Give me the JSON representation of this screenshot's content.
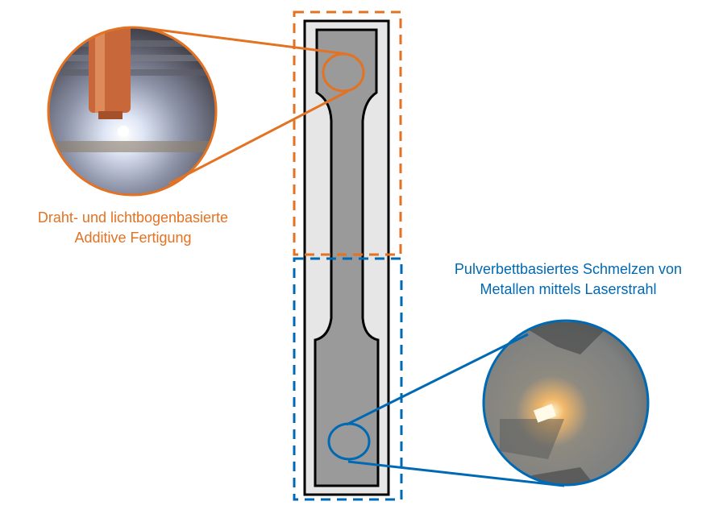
{
  "colors": {
    "orange": "#e37222",
    "blue": "#0069b4",
    "specimen": "#9a9a9a",
    "frame": "#e6e6e6"
  },
  "labels": {
    "waam_line1": "Draht- und lichtbogenbasierte",
    "waam_line2": "Additive Fertigung",
    "pbf_line1": "Pulverbettbasiertes Schmelzen von",
    "pbf_line2": "Metallen mittels Laserstrahl"
  }
}
